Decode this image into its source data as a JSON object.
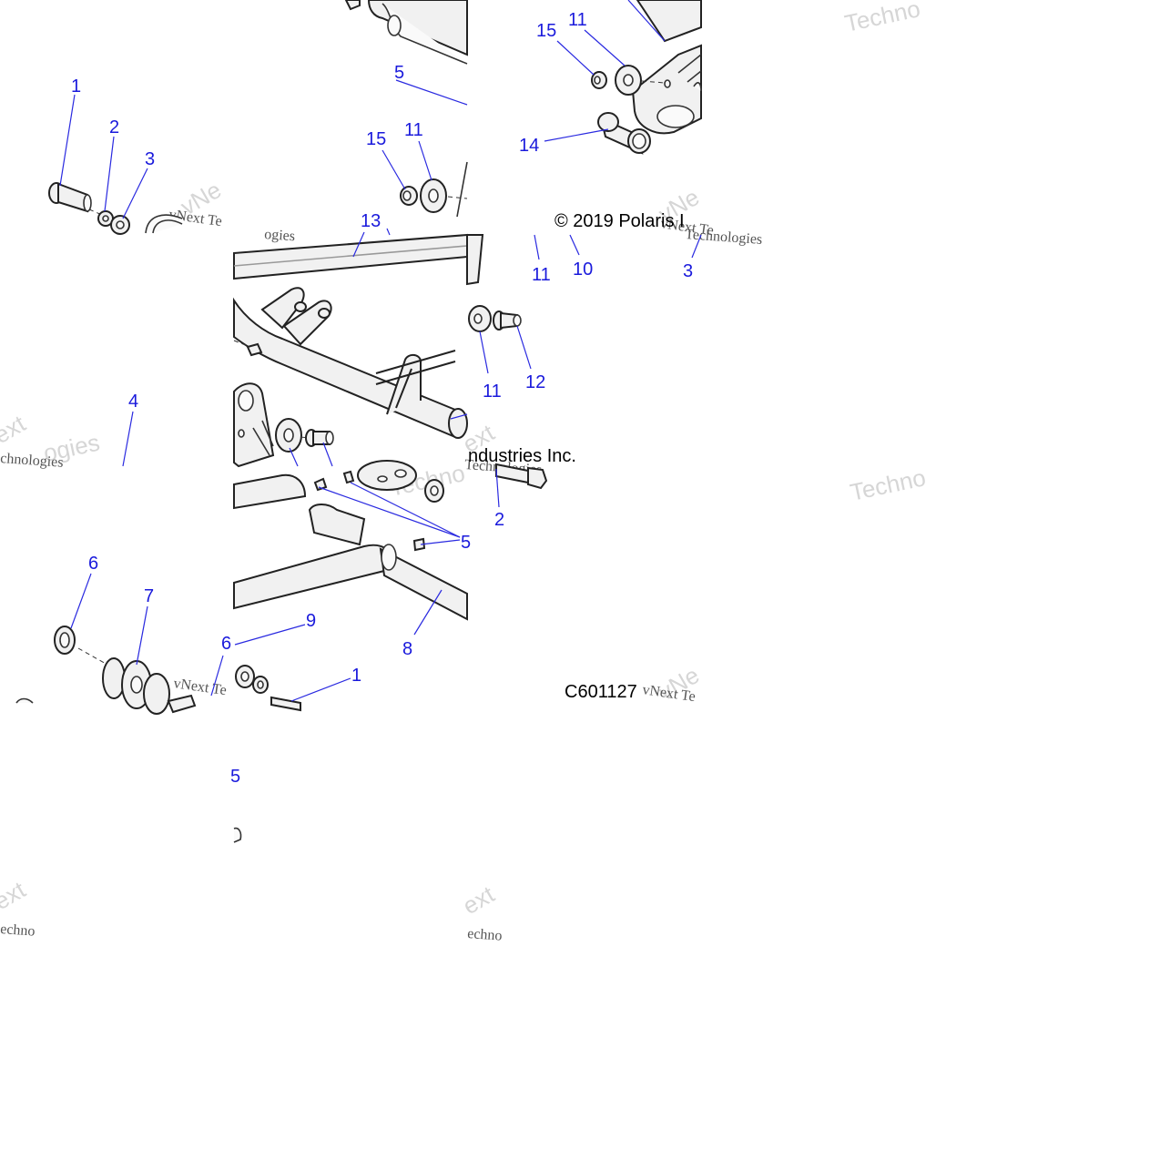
{
  "callouts": [
    {
      "id": "c1a",
      "text": "1"
    },
    {
      "id": "c2a",
      "text": "2"
    },
    {
      "id": "c3a",
      "text": "3"
    },
    {
      "id": "c4",
      "text": "4"
    },
    {
      "id": "c5a",
      "text": "5"
    },
    {
      "id": "c6a",
      "text": "6"
    },
    {
      "id": "c7",
      "text": "7"
    },
    {
      "id": "c9",
      "text": "9"
    },
    {
      "id": "c6b",
      "text": "6"
    },
    {
      "id": "c1b",
      "text": "1"
    },
    {
      "id": "c8",
      "text": "8"
    },
    {
      "id": "c5b",
      "text": "5"
    },
    {
      "id": "c2b",
      "text": "2"
    },
    {
      "id": "c13",
      "text": "13"
    },
    {
      "id": "c15a",
      "text": "15"
    },
    {
      "id": "c11a",
      "text": "11"
    },
    {
      "id": "c15b",
      "text": "15"
    },
    {
      "id": "c11b",
      "text": "11"
    },
    {
      "id": "c14",
      "text": "14"
    },
    {
      "id": "c11c",
      "text": "11"
    },
    {
      "id": "c10",
      "text": "10"
    },
    {
      "id": "c3b",
      "text": "3"
    },
    {
      "id": "c11d",
      "text": "11"
    },
    {
      "id": "c12",
      "text": "12"
    },
    {
      "id": "c5c",
      "text": "5"
    }
  ],
  "copyright": {
    "line_a": "© 2019 Polaris I",
    "line_b": "ndustries Inc."
  },
  "diagram_code": "C601127",
  "watermarks": {
    "techno": "Techno",
    "vnext": "vNext Te",
    "vnext_short": "vNe",
    "technologies": "Technologies",
    "ogies": "ogies",
    "chnologies": "chnologies",
    "ext": "ext",
    "echno": "echno",
    "ext_b": "ext",
    "echno_b": "echno"
  },
  "colors": {
    "callout": "#1a1adc",
    "line_art": "#222222",
    "watermark": "#bdbdbd"
  }
}
